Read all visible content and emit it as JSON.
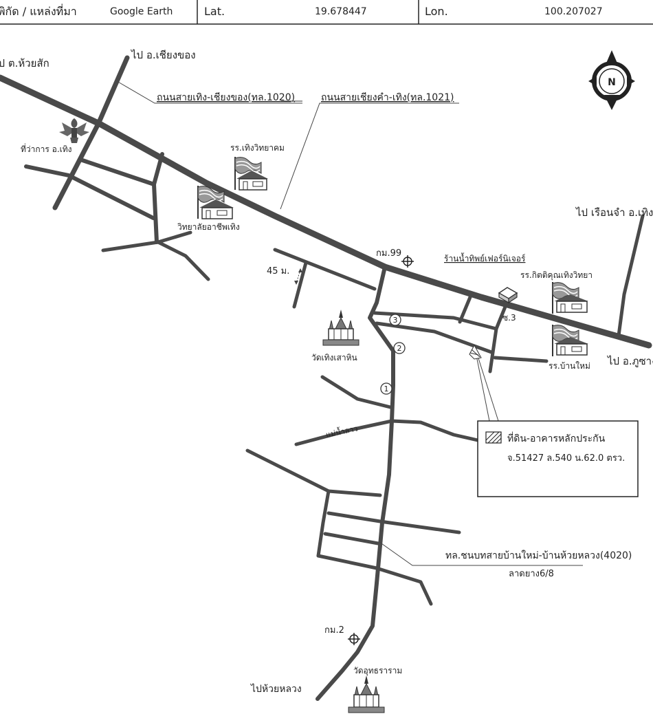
{
  "header": {
    "coord_label": "พิกัด / แหล่งที่มา",
    "source": "Google Earth",
    "lat_label": "Lat.",
    "lat_value": "19.678447",
    "lon_label": "Lon.",
    "lon_value": "100.207027"
  },
  "compass": {
    "north_letter": "N"
  },
  "labels": {
    "to_huai_sak": "ไป ต.ห้วยสัก",
    "to_chiang_khong": "ไป อ.เชียงของ",
    "road_1020": "ถนนสายเทิง-เชียงของ(ทล.1020)",
    "road_1021": "ถนนสายเชียงคำ-เทิง(ทล.1021)",
    "district_office": "ที่ว่าการ อ.เทิง",
    "school_thoeng_witthayakhom": "รร.เทิงวิทยาคม",
    "vocational_college": "วิทยาลัยอาชีพเทิง",
    "to_ruean_cham": "ไป เรือนจำ อ.เทิง",
    "km99": "กม.99",
    "width_45m": "45 ม.",
    "furniture_shop": "ร้านน้ำทิพย์เฟอร์นิเจอร์",
    "school_kittikhun": "รร.กิตติคุณเทิงวิทยา",
    "wat_thoeng_sao_hin": "วัดเทิงเสาหิน",
    "soi3": "ซ.3",
    "to_phu_sang": "ไป อ.ภูซาง",
    "school_ban_mai": "รร.บ้านใหม่",
    "mae_nam_lao": "แม่น้ำลาว",
    "collateral_title": "ที่ดิน-อาคารหลักประกัน",
    "collateral_detail": "จ.51427 ล.540 น.62.0 ตรว.",
    "rural_road": "ทล.ชนบทสายบ้านใหม่-บ้านห้วยหลวง(4020)",
    "asphalt": "ลาดยาง6/8",
    "km2": "กม.2",
    "wat_udon": "วัดอุทธราราม",
    "to_huai_luang": "ไปห้วยหลวง"
  },
  "markers": {
    "m1": "1",
    "m2": "2",
    "m3": "3"
  }
}
